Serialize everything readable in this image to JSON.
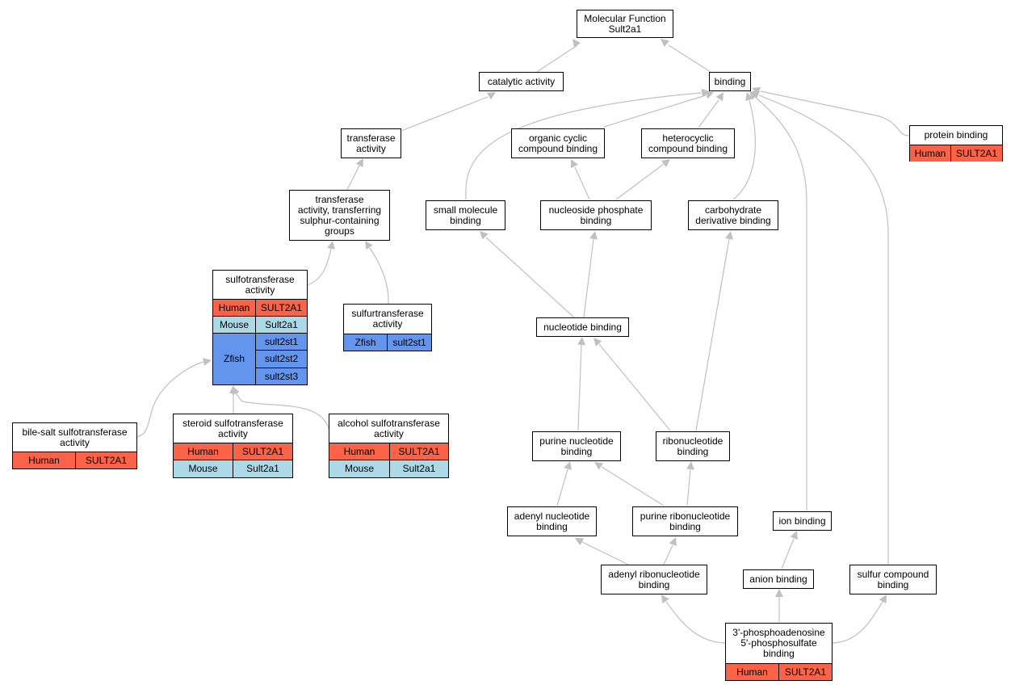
{
  "colors": {
    "human": "#fa6347",
    "mouse": "#add8e6",
    "zfish": "#6495ed",
    "edge": "#c0c0c0"
  },
  "nodes": {
    "mf_root": {
      "label": "Molecular Function\nSult2a1"
    },
    "catalytic": {
      "label": "catalytic activity"
    },
    "binding": {
      "label": "binding"
    },
    "transferase": {
      "label": "transferase\nactivity"
    },
    "protein_binding": {
      "label": "protein binding",
      "rows": [
        [
          "Human",
          "SULT2A1"
        ]
      ]
    },
    "organic_cyclic": {
      "label": "organic cyclic\ncompound binding"
    },
    "heterocyclic": {
      "label": "heterocyclic\ncompound binding"
    },
    "transferase_sulphur": {
      "label": "transferase\nactivity, transferring\nsulphur-containing\ngroups"
    },
    "small_molecule": {
      "label": "small molecule\nbinding"
    },
    "nucleoside_phosphate": {
      "label": "nucleoside phosphate\nbinding"
    },
    "carbohydrate_deriv": {
      "label": "carbohydrate\nderivative binding"
    },
    "sulfotransferase": {
      "label": "sulfotransferase\nactivity",
      "rows": [
        [
          "Human",
          "SULT2A1"
        ],
        [
          "Mouse",
          "Sult2a1"
        ],
        [
          "Zfish",
          "sult2st1",
          "sult2st2",
          "sult2st3"
        ]
      ]
    },
    "sulfurtransferase": {
      "label": "sulfurtransferase\nactivity",
      "rows": [
        [
          "Zfish",
          "sult2st1"
        ]
      ]
    },
    "nucleotide": {
      "label": "nucleotide binding"
    },
    "bile_salt": {
      "label": "bile-salt sulfotransferase\nactivity",
      "rows": [
        [
          "Human",
          "SULT2A1"
        ]
      ]
    },
    "steroid": {
      "label": "steroid sulfotransferase\nactivity",
      "rows": [
        [
          "Human",
          "SULT2A1"
        ],
        [
          "Mouse",
          "Sult2a1"
        ]
      ]
    },
    "alcohol": {
      "label": "alcohol sulfotransferase\nactivity",
      "rows": [
        [
          "Human",
          "SULT2A1"
        ],
        [
          "Mouse",
          "Sult2a1"
        ]
      ]
    },
    "purine_nucleotide": {
      "label": "purine nucleotide\nbinding"
    },
    "ribonucleotide": {
      "label": "ribonucleotide\nbinding"
    },
    "adenyl_nucleotide": {
      "label": "adenyl nucleotide\nbinding"
    },
    "purine_ribonucleotide": {
      "label": "purine ribonucleotide\nbinding"
    },
    "ion": {
      "label": "ion binding"
    },
    "adenyl_ribonucleotide": {
      "label": "adenyl ribonucleotide\nbinding"
    },
    "anion": {
      "label": "anion binding"
    },
    "sulfur_compound": {
      "label": "sulfur compound\nbinding"
    },
    "paps": {
      "label": "3'-phosphoadenosine\n5'-phosphosulfate\nbinding",
      "rows": [
        [
          "Human",
          "SULT2A1"
        ]
      ]
    }
  }
}
